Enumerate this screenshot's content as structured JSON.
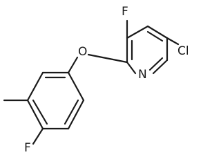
{
  "molecule": {
    "atoms": {
      "fluoro_top": "F",
      "chloro": "Cl",
      "oxygen": "O",
      "nitrogen": "N",
      "fluoro_bottom": "F"
    }
  }
}
